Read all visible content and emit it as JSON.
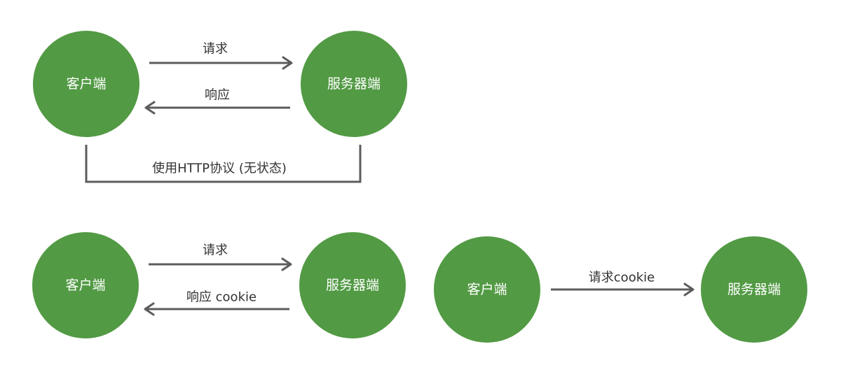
{
  "colors": {
    "node_fill": "#529a44",
    "node_text": "#ffffff",
    "arrow": "#5c5c5c",
    "label": "#333333"
  },
  "diagram1": {
    "client": "客户端",
    "server": "服务器端",
    "request": "请求",
    "response": "响应",
    "protocol": "使用HTTP协议 (无状态)"
  },
  "diagram2": {
    "client": "客户端",
    "server": "服务器端",
    "request": "请求",
    "response": "响应 cookie"
  },
  "diagram3": {
    "client": "客户端",
    "server": "服务器端",
    "request": "请求cookie"
  }
}
